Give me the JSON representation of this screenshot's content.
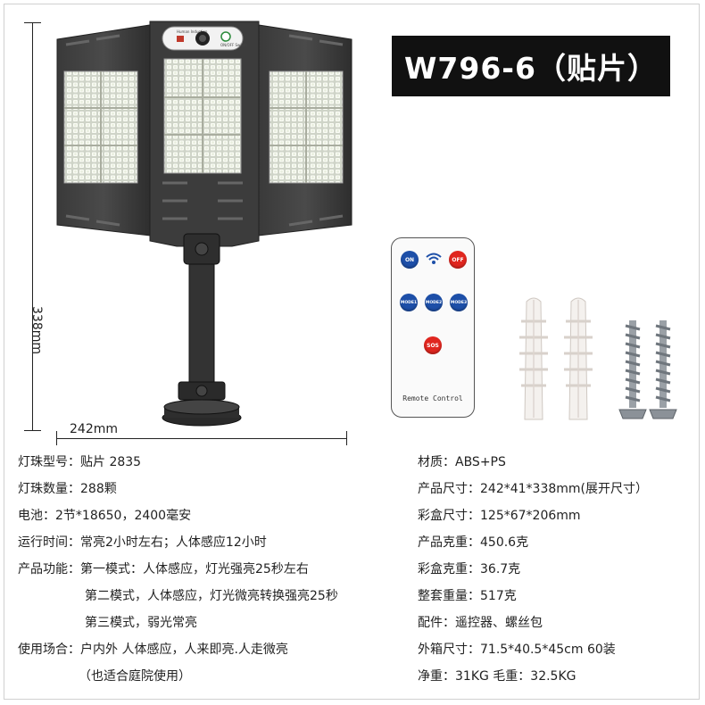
{
  "title": "W796-6（贴片）",
  "dimensions": {
    "height": "338mm",
    "width": "242mm"
  },
  "remote": {
    "on": "ON",
    "off": "OFF",
    "mode1": "MODE1",
    "mode2": "MODE2",
    "mode3": "MODE3",
    "sos": "SOS",
    "label": "Remote Control"
  },
  "sensor_labels": {
    "left": "Human Induction",
    "right": "ON/OFF Switch"
  },
  "colors": {
    "blue": "#1d4fa8",
    "red": "#e0261f",
    "title_bg": "#111111"
  },
  "specs_left": [
    {
      "label": "灯珠型号：",
      "value": "贴片 2835"
    },
    {
      "label": "灯珠数量：",
      "value": "288颗"
    },
    {
      "label": "电池：",
      "value": "2节*18650，2400毫安"
    },
    {
      "label": "运行时间：",
      "value": "常亮2小时左右；人体感应12小时"
    },
    {
      "label": "产品功能：",
      "value": "第一模式：人体感应，灯光强亮25秒左右"
    },
    {
      "label": "",
      "value": "第二模式，人体感应，灯光微亮转换强亮25秒"
    },
    {
      "label": "",
      "value": "第三模式，弱光常亮"
    },
    {
      "label": "使用场合：",
      "value": "户内外 人体感应，人来即亮.人走微亮"
    },
    {
      "label": "",
      "value": "（也适合庭院使用）"
    }
  ],
  "specs_right": [
    {
      "label": "材质：",
      "value": "ABS+PS"
    },
    {
      "label": "产品尺寸：",
      "value": "242*41*338mm(展开尺寸）"
    },
    {
      "label": "彩盒尺寸：",
      "value": "125*67*206mm"
    },
    {
      "label": "产品克重：",
      "value": "450.6克"
    },
    {
      "label": "彩盒克重：",
      "value": "36.7克"
    },
    {
      "label": "整套重量：",
      "value": "517克"
    },
    {
      "label": "配件：",
      "value": "遥控器、螺丝包"
    },
    {
      "label": "外箱尺寸：",
      "value": "71.5*40.5*45cm  60装"
    },
    {
      "label": "净重：",
      "value": "31KG   毛重：32.5KG"
    }
  ]
}
